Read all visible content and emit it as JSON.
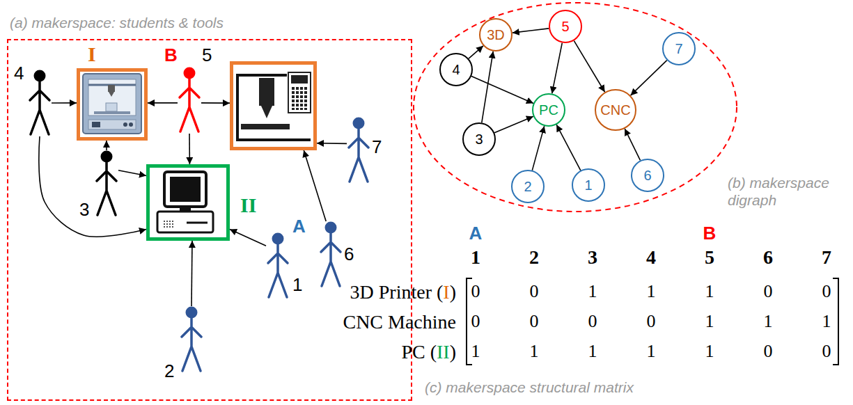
{
  "diagram": {
    "nodes": [
      {
        "text": [
          "(a) makerspace: students & tools"
        ]
      },
      {
        "text": [
          "I"
        ],
        "in": 0
      },
      {
        "text": [],
        "in": 0
      },
      {
        "text": [
          "II"
        ],
        "in": 0
      },
      {
        "text": [
          "4"
        ],
        "in": 0
      },
      {
        "text": [
          "B",
          "5"
        ],
        "in": 0
      },
      {
        "text": [
          "7"
        ],
        "in": 0
      },
      {
        "text": [
          "3"
        ],
        "in": 0
      },
      {
        "text": [
          "6"
        ],
        "in": 0
      },
      {
        "text": [
          "2"
        ],
        "in": 0
      },
      {
        "text": [
          "A",
          "1"
        ],
        "in": 0
      },
      {
        "text": [
          "(b) makerspace digraph"
        ]
      },
      {
        "text": [
          "3D"
        ],
        "in": 11
      },
      {
        "text": [
          "5"
        ],
        "in": 11
      },
      {
        "text": [
          "7"
        ],
        "in": 11
      },
      {
        "text": [
          "4"
        ],
        "in": 11
      },
      {
        "text": [
          "PC"
        ],
        "in": 11
      },
      {
        "text": [
          "CNC"
        ],
        "in": 11
      },
      {
        "text": [
          "3"
        ],
        "in": 11
      },
      {
        "text": [
          "2"
        ],
        "in": 11
      },
      {
        "text": [
          "1"
        ],
        "in": 11
      },
      {
        "text": [
          "6"
        ],
        "in": 11
      }
    ],
    "edges": [
      {
        "from": 4,
        "to": 1,
        "arrow": "to"
      },
      {
        "from": 4,
        "to": 3,
        "arrow": "to"
      },
      {
        "from": 7,
        "to": 1,
        "arrow": "to"
      },
      {
        "from": 7,
        "to": 3,
        "arrow": "to"
      },
      {
        "from": 5,
        "to": 1,
        "arrow": "to"
      },
      {
        "from": 5,
        "to": 2,
        "arrow": "to"
      },
      {
        "from": 5,
        "to": 3,
        "arrow": "to"
      },
      {
        "from": 6,
        "to": 2,
        "arrow": "to"
      },
      {
        "from": 8,
        "to": 2,
        "arrow": "to"
      },
      {
        "from": 9,
        "to": 3,
        "arrow": "to"
      },
      {
        "from": 10,
        "to": 3,
        "arrow": "to"
      },
      {
        "from": 15,
        "to": 12,
        "arrow": "to"
      },
      {
        "from": 15,
        "to": 16,
        "arrow": "to"
      },
      {
        "from": 18,
        "to": 12,
        "arrow": "to"
      },
      {
        "from": 18,
        "to": 16,
        "arrow": "to"
      },
      {
        "from": 13,
        "to": 12,
        "arrow": "to"
      },
      {
        "from": 13,
        "to": 16,
        "arrow": "to"
      },
      {
        "from": 13,
        "to": 17,
        "arrow": "to"
      },
      {
        "from": 14,
        "to": 17,
        "arrow": "to"
      },
      {
        "from": 21,
        "to": 17,
        "arrow": "to"
      },
      {
        "from": 19,
        "to": 16,
        "arrow": "to"
      },
      {
        "from": 20,
        "to": 16,
        "arrow": "to"
      }
    ],
    "labels": [
      "A",
      "B",
      "1",
      "2",
      "3",
      "4",
      "5",
      "6",
      "7",
      "3D Printer (I)",
      "0",
      "0",
      "1",
      "1",
      "1",
      "0",
      "0",
      "CNC Machine",
      "0",
      "0",
      "0",
      "0",
      "1",
      "1",
      "1",
      "PC (II)",
      "1",
      "1",
      "1",
      "1",
      "1",
      "0",
      "0",
      "(c) makerspace structural matrix"
    ]
  }
}
